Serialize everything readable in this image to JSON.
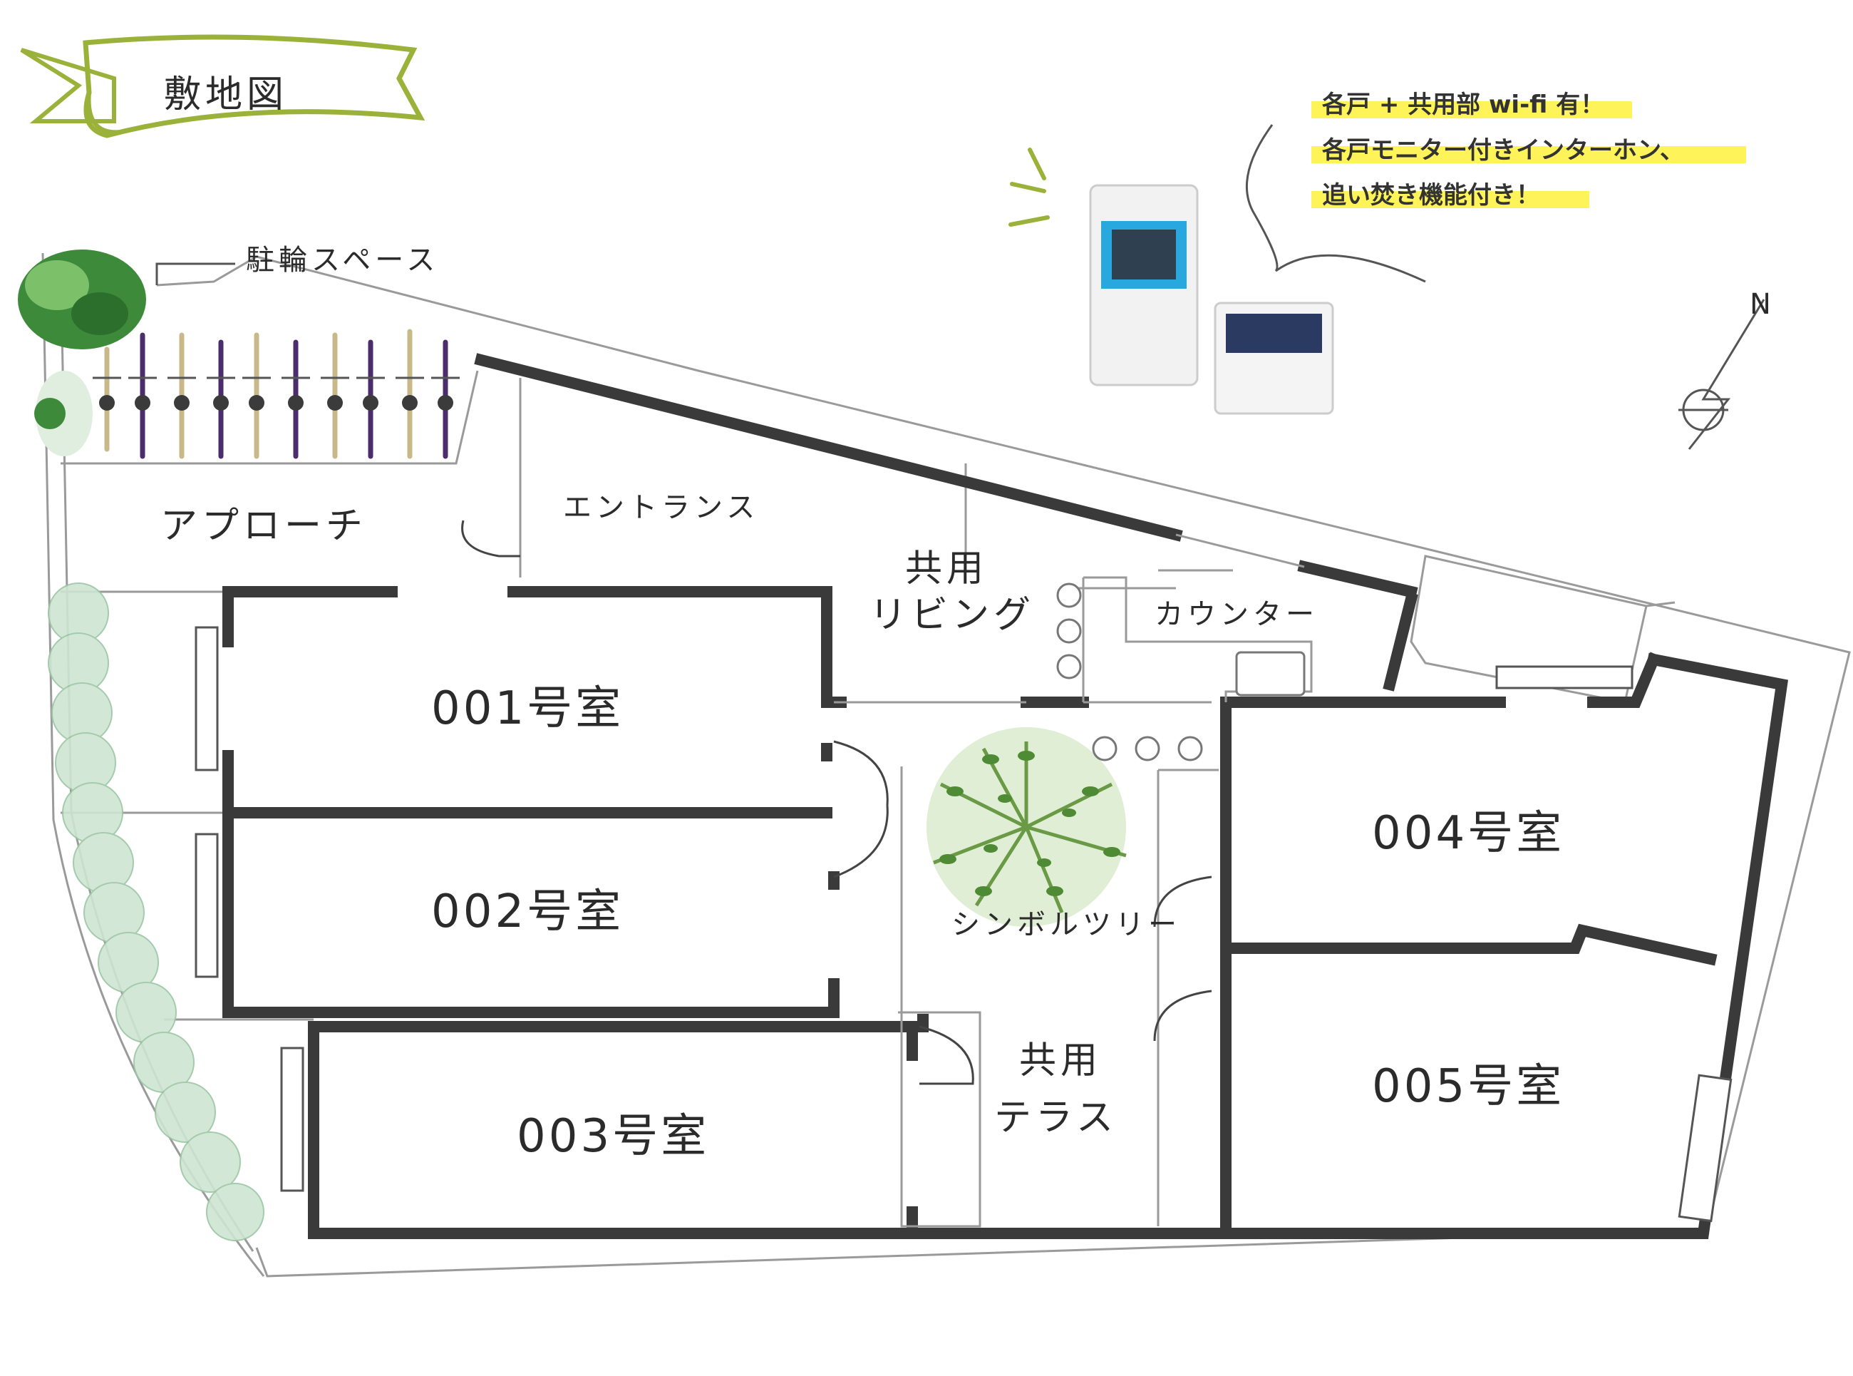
{
  "title": "敷地図",
  "labels": {
    "bike_space": "駐輪スペース",
    "approach": "アプローチ",
    "entrance": "エントランス",
    "living_line1": "共用",
    "living_line2": "リビング",
    "counter": "カウンター",
    "symbol_tree": "シンボルツリー",
    "terrace_line1": "共用",
    "terrace_line2": "テラス"
  },
  "rooms": [
    "001号室",
    "002号室",
    "003号室",
    "004号室",
    "005号室"
  ],
  "notes": [
    "各戸 + 共用部 wi-fi 有！",
    "各戸モニター付きインターホン、",
    "追い焚き機能付き！"
  ],
  "compass": "N",
  "colors": {
    "wall": "#3a3a3a",
    "thin_line": "#9a9a9a",
    "ribbon": "#9bb23a",
    "highlight": "#fff35a",
    "green_hedge": "#cfe5d3",
    "tree": "#6a9a45",
    "screen": "#29a8e0"
  }
}
